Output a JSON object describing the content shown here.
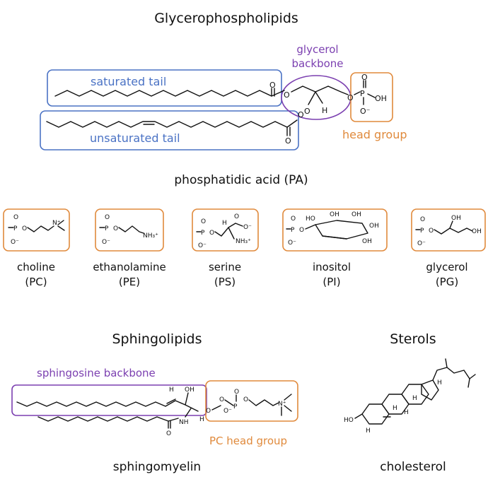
{
  "colors": {
    "blue": "#4a72c4",
    "purple": "#7b3fb0",
    "orange": "#e08a3c",
    "ink": "#111111"
  },
  "glycero": {
    "title": "Glycerophospholipids",
    "saturated_tail": "saturated tail",
    "unsaturated_tail": "unsaturated tail",
    "glycerol_backbone_line1": "glycerol",
    "glycerol_backbone_line2": "backbone",
    "head_group": "head group",
    "molecule_name": "phosphatidic acid (PA)",
    "atoms": {
      "ester_o_1": "O",
      "ester_o_2": "O",
      "carbonyl_o_1": "O",
      "carbonyl_o_2": "O",
      "ester_o_3": "O",
      "stereo_h": "H",
      "phosphate_o_top": "O",
      "phosphate_oh": "OH",
      "phosphate_o_minus": "O⁻",
      "phosphate_p": "P"
    }
  },
  "head_groups": [
    {
      "name": "choline",
      "abbr": "(PC)",
      "atoms": [
        "O",
        "P",
        "O⁻",
        "O",
        "N⁺"
      ]
    },
    {
      "name": "ethanolamine",
      "abbr": "(PE)",
      "atoms": [
        "O",
        "P",
        "O⁻",
        "O",
        "NH₃⁺"
      ]
    },
    {
      "name": "serine",
      "abbr": "(PS)",
      "atoms": [
        "O",
        "P",
        "O⁻",
        "O",
        "H",
        "O",
        "O⁻",
        "NH₃⁺"
      ]
    },
    {
      "name": "inositol",
      "abbr": "(PI)",
      "atoms": [
        "O",
        "P",
        "O⁻",
        "O",
        "HO",
        "OH",
        "OH",
        "OH",
        "OH"
      ]
    },
    {
      "name": "glycerol",
      "abbr": "(PG)",
      "atoms": [
        "O",
        "P",
        "O⁻",
        "O",
        "OH",
        "OH"
      ]
    }
  ],
  "sphingo": {
    "title": "Sphingolipids",
    "backbone_label": "sphingosine backbone",
    "head_label": "PC head group",
    "molecule_name": "sphingomyelin",
    "atoms": [
      "H",
      "OH",
      "NH",
      "H",
      "O",
      "O",
      "O",
      "P",
      "O⁻",
      "O",
      "N⁺",
      "O"
    ]
  },
  "sterols": {
    "title": "Sterols",
    "molecule_name": "cholesterol",
    "atoms": [
      "HO",
      "H",
      "H",
      "H",
      "H",
      "H"
    ]
  }
}
